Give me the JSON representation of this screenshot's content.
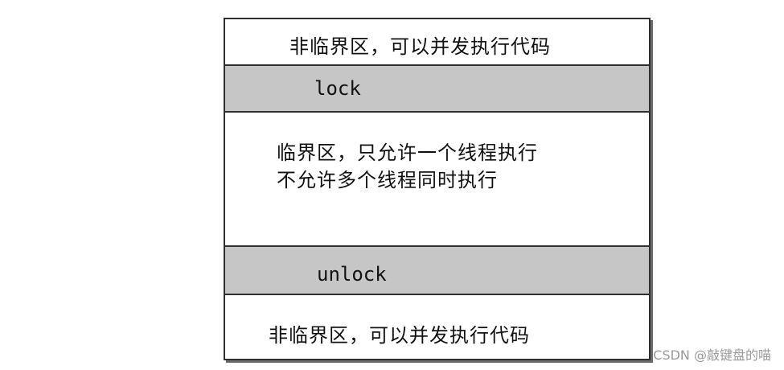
{
  "diagram": {
    "sections": [
      {
        "type": "non-critical",
        "text": "非临界区，可以并发执行代码"
      },
      {
        "type": "lock",
        "text": "lock"
      },
      {
        "type": "critical",
        "lines": [
          "临界区，只允许一个线程执行",
          "不允许多个线程同时执行"
        ]
      },
      {
        "type": "unlock",
        "text": "unlock"
      },
      {
        "type": "non-critical",
        "text": "非临界区，可以并发执行代码"
      }
    ],
    "colors": {
      "lock_band": "#c6c6c6",
      "border": "#2f2f2f",
      "background": "#ffffff"
    }
  },
  "watermark": "CSDN @敲键盘的喵"
}
